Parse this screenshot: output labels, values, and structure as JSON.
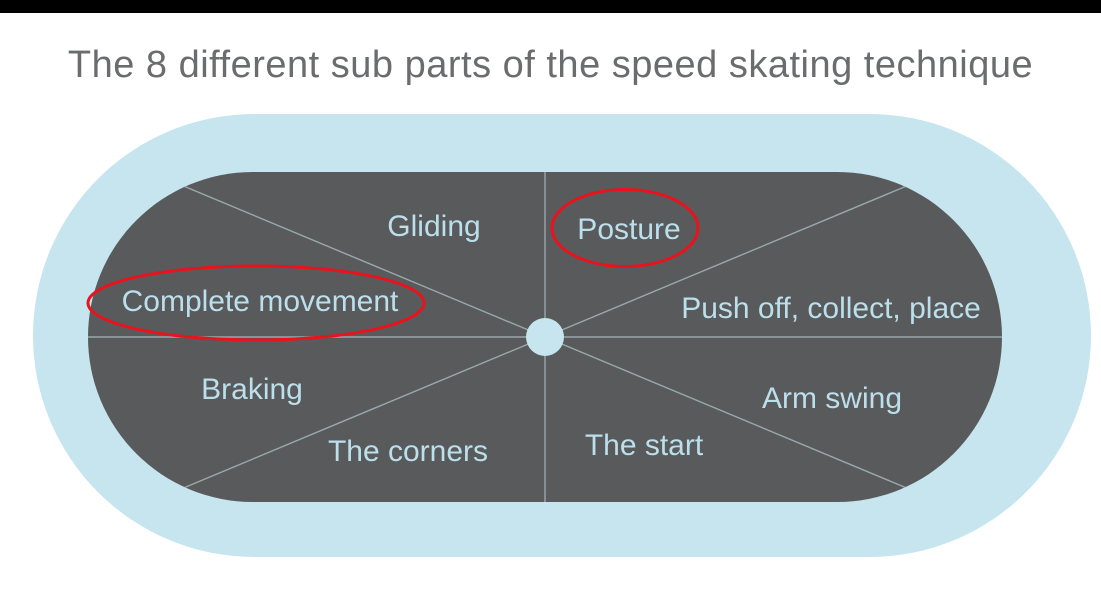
{
  "title": "The 8 different sub parts of the speed skating technique",
  "segments": [
    {
      "label": "Gliding",
      "circled": false
    },
    {
      "label": "Posture",
      "circled": true
    },
    {
      "label": "Complete movement",
      "circled": true
    },
    {
      "label": "Push off, collect, place",
      "circled": false
    },
    {
      "label": "Braking",
      "circled": false
    },
    {
      "label": "The corners",
      "circled": false
    },
    {
      "label": "The start",
      "circled": false
    },
    {
      "label": "Arm swing",
      "circled": false
    }
  ],
  "colors": {
    "top_bar": "#000000",
    "title_text": "#6b6c6e",
    "rink_outer": "#c6e5ee",
    "rink_infield": "#595a5b",
    "divider_line": "#9aa8ad",
    "label_text": "#bcdfec",
    "highlight_red": "#e8131d"
  }
}
